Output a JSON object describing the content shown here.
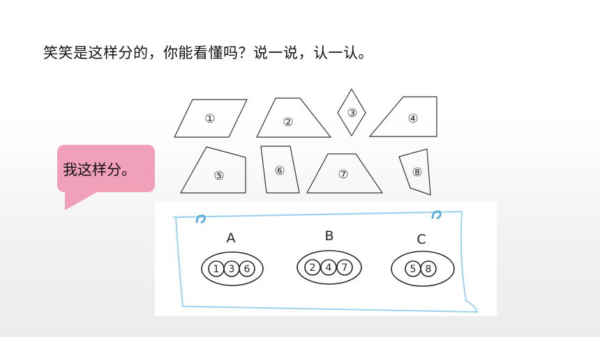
{
  "prompt": "笑笑是这样分的，你能看懂吗？说一说，认一认。",
  "bubble": {
    "text": "我这样分。"
  },
  "shapes": [
    {
      "label": "①"
    },
    {
      "label": "②"
    },
    {
      "label": "③"
    },
    {
      "label": "④"
    },
    {
      "label": "⑤"
    },
    {
      "label": "⑥"
    },
    {
      "label": "⑦"
    },
    {
      "label": "⑧"
    }
  ],
  "groups": [
    {
      "name": "A",
      "members": [
        "1",
        "3",
        "6"
      ]
    },
    {
      "name": "B",
      "members": [
        "2",
        "4",
        "7"
      ]
    },
    {
      "name": "C",
      "members": [
        "5",
        "8"
      ]
    }
  ],
  "colors": {
    "bubble": "#f0a0b8",
    "panel_border": "#9ed2ee",
    "ink": "#222222"
  }
}
